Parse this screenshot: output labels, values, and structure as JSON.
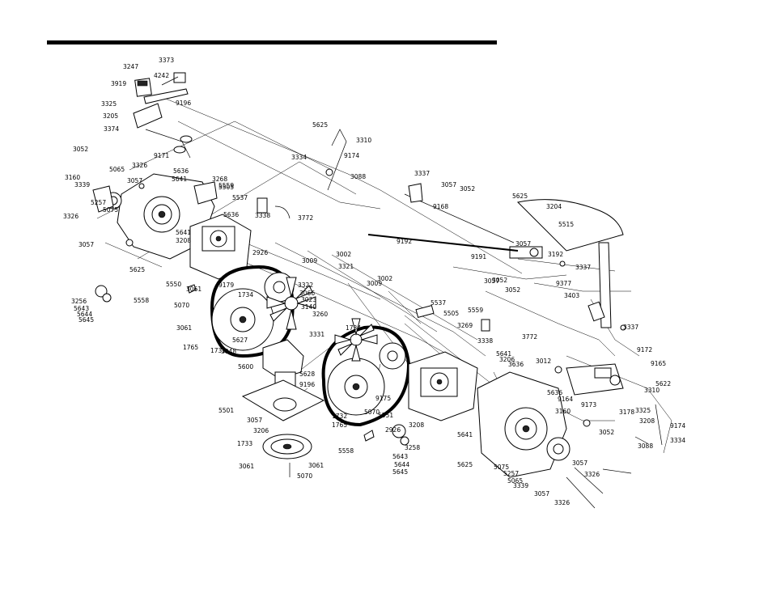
{
  "labels": [
    "3247",
    "3373",
    "4242",
    "3919",
    "3325",
    "9196",
    "3205",
    "3374",
    "9171",
    "3052",
    "5625",
    "3310",
    "3334",
    "9174",
    "3088",
    "3337",
    "3057",
    "3052",
    "9168",
    "5625",
    "3204",
    "5515",
    "3160",
    "3339",
    "5065",
    "3326",
    "3057",
    "5636",
    "5641",
    "5257",
    "3268",
    "5505",
    "5559",
    "5537",
    "5075",
    "5636",
    "3338",
    "3772",
    "3326",
    "5641",
    "3057",
    "3208",
    "9192",
    "2926",
    "3002",
    "3009",
    "3321",
    "5625",
    "5550",
    "9179",
    "3256",
    "5643",
    "5644",
    "5645",
    "5558",
    "3061",
    "5070",
    "1734",
    "3322",
    "3066",
    "3023",
    "3140",
    "3260",
    "3331",
    "3061",
    "1765",
    "1732",
    "5627",
    "3048",
    "9191",
    "3052",
    "3057",
    "3192",
    "3337",
    "3057",
    "3052",
    "9377",
    "3403",
    "3337",
    "3002",
    "3009",
    "5537",
    "5505",
    "5559",
    "3269",
    "3338",
    "3772",
    "5641",
    "3206",
    "3636",
    "3012",
    "9172",
    "9165",
    "3310",
    "5622",
    "5600",
    "1734",
    "5628",
    "9196",
    "9175",
    "5551",
    "3208",
    "2926",
    "5070",
    "1732",
    "1765",
    "5558",
    "3258",
    "5643",
    "5644",
    "5645",
    "5641",
    "5636",
    "9164",
    "9173",
    "3178",
    "3208",
    "3325",
    "5501",
    "3057",
    "3206",
    "1733",
    "3061",
    "3061",
    "5070",
    "3160",
    "3052",
    "9174",
    "3088",
    "3334",
    "5625",
    "5075",
    "5257",
    "5065",
    "3339",
    "3057",
    "3326",
    "3057",
    "3326"
  ]
}
